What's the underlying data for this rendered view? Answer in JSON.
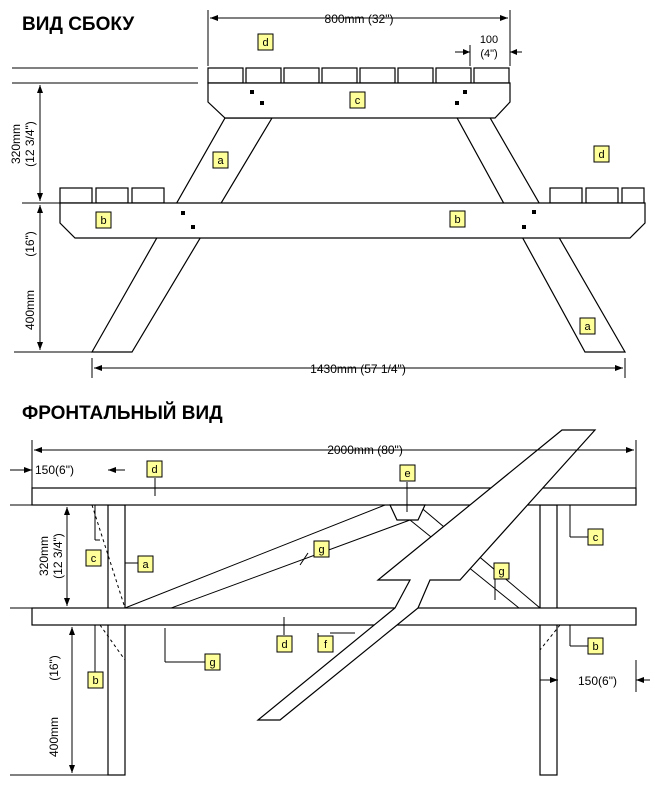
{
  "side_view": {
    "title": "ВИД СБОКУ",
    "dims": {
      "top_width": "800mm (32\")",
      "slat_gap_1": "100",
      "slat_gap_2": "(4\")",
      "height_upper_1": "320mm",
      "height_upper_2": "(12 3/4\")",
      "height_lower_1": "400mm",
      "height_lower_2": "(16\")",
      "base_width": "1430mm (57 1/4\")"
    },
    "labels": {
      "a": "a",
      "b": "b",
      "c": "c",
      "d": "d"
    }
  },
  "front_view": {
    "title": "ФРОНТАЛЬНЫЙ ВИД",
    "dims": {
      "total_length": "2000mm  (80\")",
      "overhang_left": "150(6\")",
      "overhang_right": "150(6\")",
      "height_upper_1": "320mm",
      "height_upper_2": "(12 3/4\")",
      "height_lower_1": "400mm",
      "height_lower_2": "(16\")"
    },
    "labels": {
      "a": "a",
      "b": "b",
      "c": "c",
      "d": "d",
      "e": "e",
      "f": "f",
      "g": "g"
    }
  }
}
